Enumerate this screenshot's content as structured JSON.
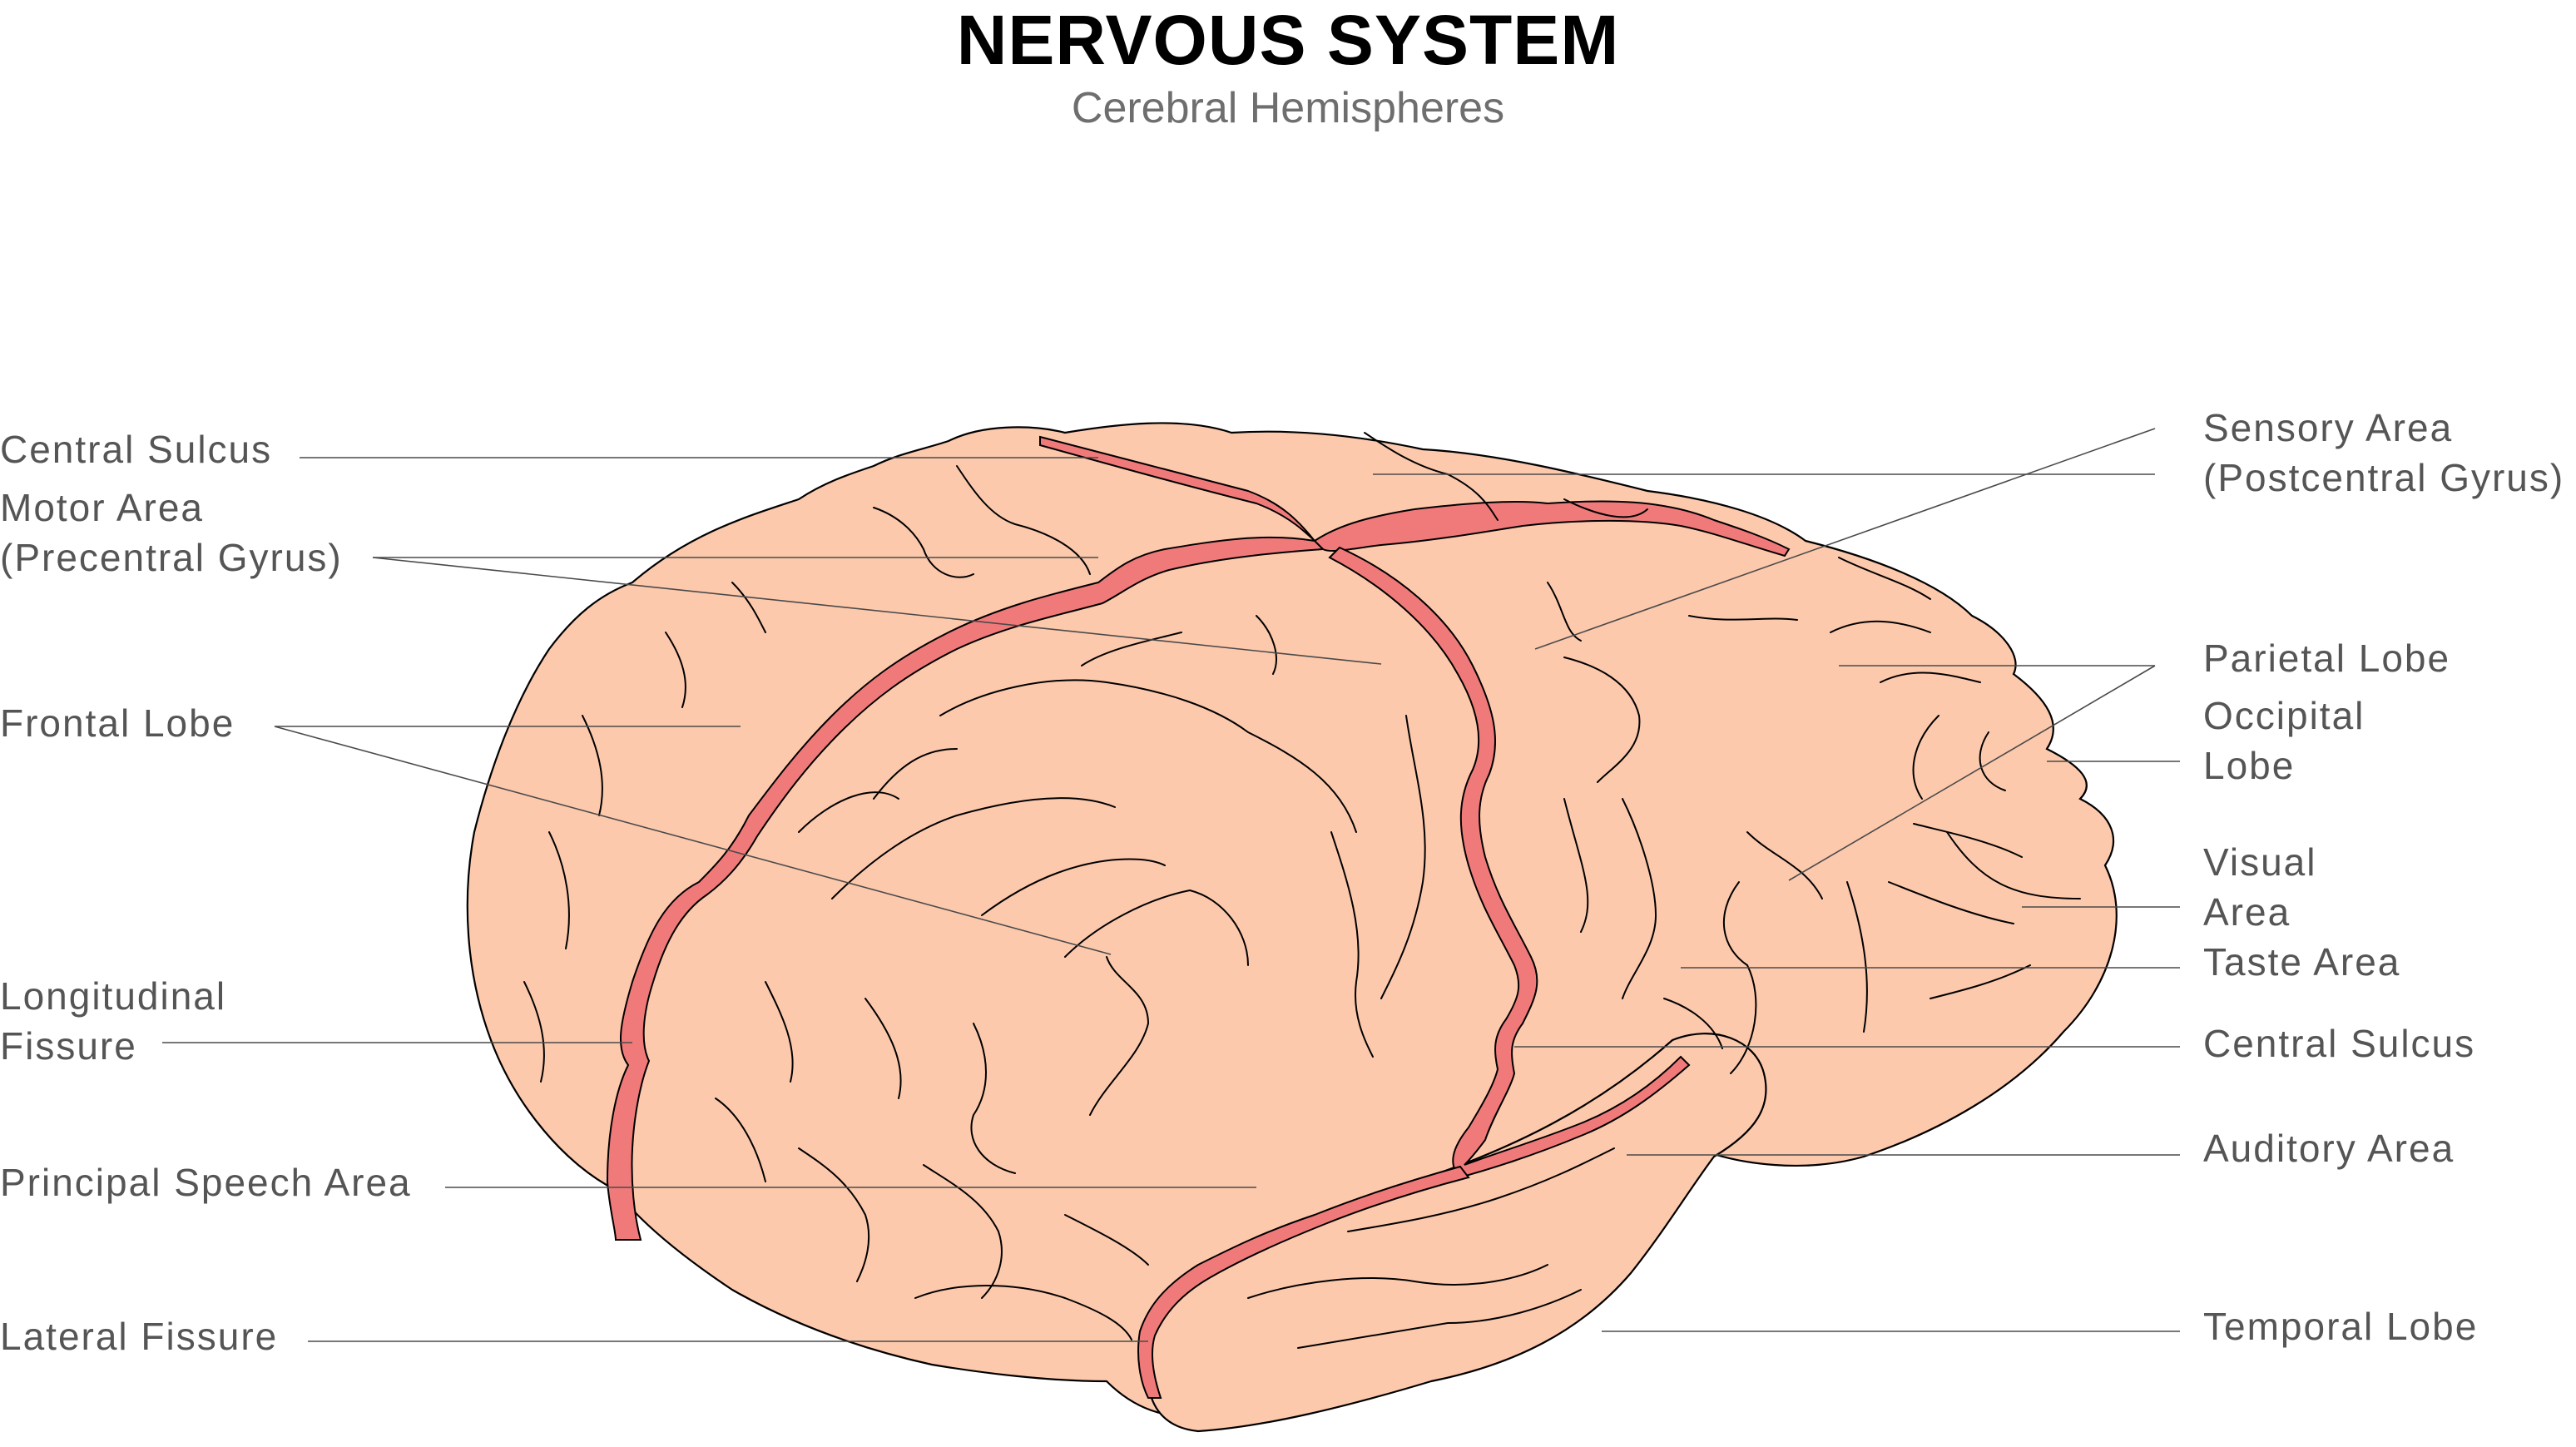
{
  "title": "NERVOUS SYSTEM",
  "subtitle": "Cerebral Hemispheres",
  "colors": {
    "brain": "#fcc9ad",
    "fissure": "#f07a7a",
    "outline": "#000000",
    "label": "#555555"
  },
  "labels_left": {
    "central_sulcus": "Central Sulcus",
    "motor_area_1": "Motor Area",
    "motor_area_2": "(Precentral Gyrus)",
    "frontal_lobe": "Frontal Lobe",
    "longitudinal_1": "Longitudinal",
    "longitudinal_2": "Fissure",
    "speech_area": "Principal Speech Area",
    "lateral_fissure": "Lateral Fissure"
  },
  "labels_right": {
    "sensory_area_1": "Sensory Area",
    "sensory_area_2": "(Postcentral Gyrus)",
    "parietal_lobe": "Parietal Lobe",
    "occipital_1": "Occipital",
    "occipital_2": "Lobe",
    "visual_1": "Visual",
    "visual_2": "Area",
    "taste_area": "Taste Area",
    "central_sulcus": "Central Sulcus",
    "auditory_area": "Auditory Area",
    "temporal_lobe": "Temporal Lobe"
  }
}
